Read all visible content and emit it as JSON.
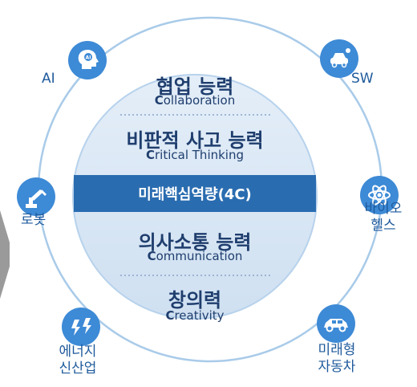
{
  "center": {
    "competencies": [
      {
        "ko": "협업 능력",
        "en_cap": "C",
        "en_rest": "ollaboration"
      },
      {
        "ko": "비판적 사고 능력",
        "en_cap": "C",
        "en_rest": "ritical Thinking"
      },
      {
        "ko": "의사소통 능력",
        "en_cap": "C",
        "en_rest": "ommunication"
      },
      {
        "ko": "창의력",
        "en_cap": "C",
        "en_rest": "reativity"
      }
    ],
    "band_title": "미래핵심역량(4C)"
  },
  "domains": [
    {
      "label": "AI",
      "icon": "ai-head-icon"
    },
    {
      "label": "SW",
      "icon": "vehicle-network-icon"
    },
    {
      "label": "로봇",
      "icon": "robot-arm-icon"
    },
    {
      "label": "바이오\n헬스",
      "icon": "atom-icon"
    },
    {
      "label": "에너지\n신산업",
      "icon": "lightning-icon"
    },
    {
      "label": "미래형\n자동차",
      "icon": "car-icon"
    }
  ],
  "colors": {
    "ring": "#9ec4e6",
    "disc": "#d8e7f5",
    "band": "#2a6cb0",
    "text_dark": "#1f3e6e",
    "node": "#3d8ad6",
    "label": "#1f5a9c"
  }
}
